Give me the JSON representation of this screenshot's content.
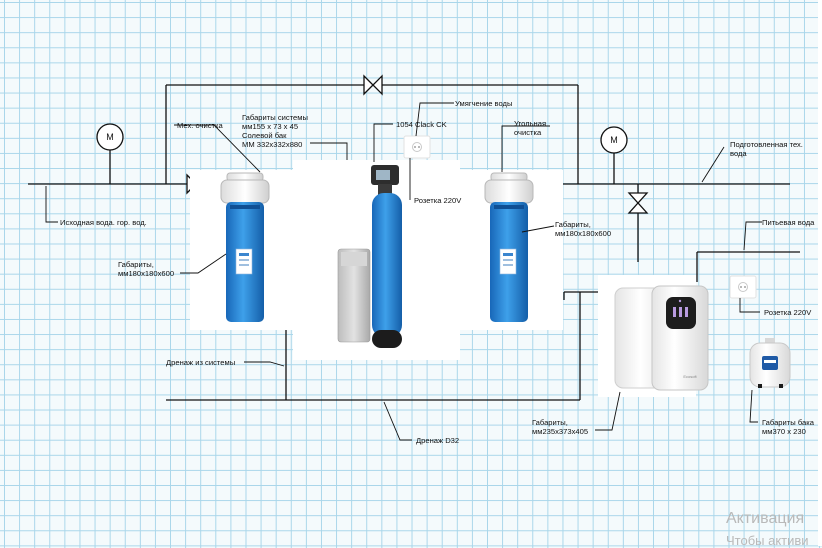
{
  "labels": {
    "mech_filter": "Мех. очистка",
    "system_dims_1": "Габариты системы",
    "system_dims_2": "мм155 х 73 х 45",
    "system_dims_3": "Солевой бак",
    "system_dims_4": "ММ 332х332х880",
    "water_softening": "Умягчение воды",
    "valve_model": "1054 Clack CK",
    "carbon_filter_1": "Угольная",
    "carbon_filter_2": "очистка",
    "prepared_water_1": "Подготовленная тех.",
    "prepared_water_2": "вода",
    "source_water": "Исходная вода. гор. вод.",
    "socket_1": "Розетка 220V",
    "dims_left_1": "Габариты,",
    "dims_left_2": "мм180х180х600",
    "dims_right_1": "Габариты,",
    "dims_right_2": "мм180х180х600",
    "drinking_water": "Питьевая вода",
    "socket_2": "Розетка 220V",
    "system_drain": "Дренаж из системы",
    "drain": "Дренаж D32",
    "ro_dims_1": "Габариты,",
    "ro_dims_2": "мм235х373х405",
    "tank_dims_1": "Габариты бака",
    "tank_dims_2": "мм370 х 230",
    "gauge_letter": "М",
    "ro_brand": "Ecosoft"
  },
  "watermark": {
    "line1": "Активация",
    "line2": "Чтобы активи"
  }
}
